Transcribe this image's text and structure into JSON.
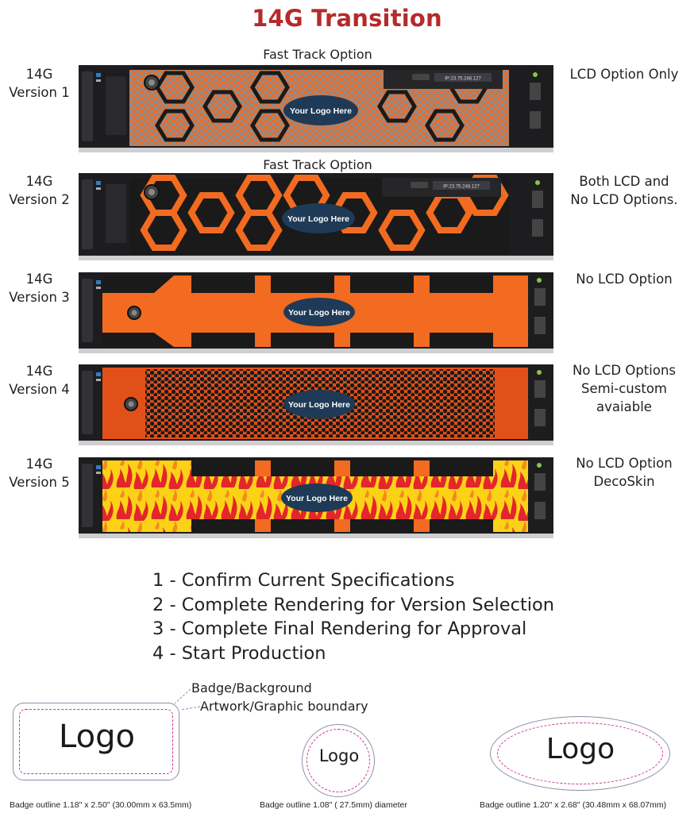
{
  "title": "14G Transition",
  "fast_track_label": "Fast Track Option",
  "lcd_ip_text": "IP:23.75.248.127",
  "logo_placeholder": "Your Logo Here",
  "versions": [
    {
      "line1": "14G",
      "line2": "Version 1",
      "options": [
        "LCD Option Only"
      ],
      "fast_track": true,
      "style": "hex-orange-dots"
    },
    {
      "line1": "14G",
      "line2": "Version 2",
      "options": [
        "Both LCD and",
        "No LCD Options."
      ],
      "fast_track": true,
      "style": "hex-orange-frame"
    },
    {
      "line1": "14G",
      "line2": "Version 3",
      "options": [
        "No LCD Option"
      ],
      "fast_track": false,
      "style": "solid-orange"
    },
    {
      "line1": "14G",
      "line2": "Version 4",
      "options": [
        "No LCD Options",
        "Semi-custom",
        "avaiable"
      ],
      "fast_track": false,
      "style": "perforated-orange"
    },
    {
      "line1": "14G",
      "line2": "Version 5",
      "options": [
        "No LCD Option",
        "DecoSkin"
      ],
      "fast_track": false,
      "style": "flame-decoskin"
    }
  ],
  "steps": [
    "1 - Confirm Current Specifications",
    "2 - Complete Rendering for Version Selection",
    "3 - Complete Final Rendering for Approval",
    "4 - Start Production"
  ],
  "callouts": {
    "background": "Badge/Background",
    "boundary": "Artwork/Graphic boundary"
  },
  "badges": [
    {
      "shape": "rectangle",
      "logo": "Logo",
      "caption": "Badge outline 1.18\" x 2.50\" (30.00mm x 63.5mm)"
    },
    {
      "shape": "circle",
      "logo": "Logo",
      "caption": "Badge outline 1.08\" ( 27.5mm) diameter"
    },
    {
      "shape": "ellipse",
      "logo": "Logo",
      "caption": "Badge outline 1.20\" x 2.68\" (30.48mm x 68.07mm)"
    }
  ],
  "colors": {
    "title": "#b52a2b",
    "orange": "#f26b21",
    "dark_orange": "#e2501a",
    "logo_badge": "#1e3a56",
    "chassis": "#1d1d1f",
    "badge_outline": "#8c8fa6",
    "artwork_boundary": "#d2318f",
    "flame_yellow": "#fcd217",
    "flame_red": "#e3262b"
  }
}
